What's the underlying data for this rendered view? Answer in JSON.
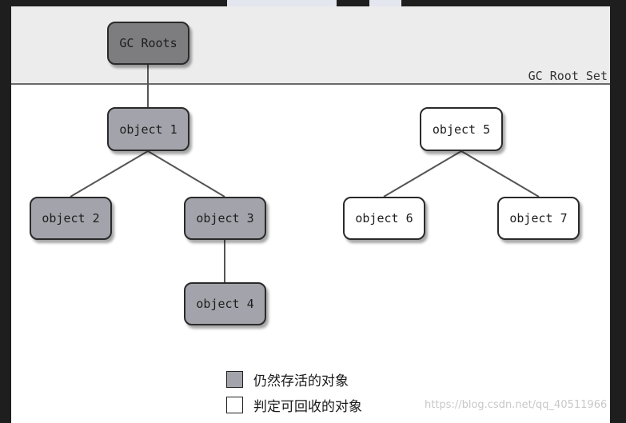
{
  "diagram": {
    "root_set_label": "GC Root Set",
    "nodes": {
      "gc_roots": "GC Roots",
      "object1": "object 1",
      "object2": "object 2",
      "object3": "object 3",
      "object4": "object 4",
      "object5": "object 5",
      "object6": "object 6",
      "object7": "object 7"
    },
    "edges": [
      [
        "GC Roots",
        "object 1"
      ],
      [
        "object 1",
        "object 2"
      ],
      [
        "object 1",
        "object 3"
      ],
      [
        "object 3",
        "object 4"
      ],
      [
        "object 5",
        "object 6"
      ],
      [
        "object 5",
        "object 7"
      ]
    ]
  },
  "legend": {
    "alive_label": "仍然存活的对象",
    "collectable_label": "判定可回收的对象"
  },
  "colors": {
    "alive_fill": "#a3a4ab",
    "root_fill": "#7d7d7f",
    "collectable_fill": "#ffffff",
    "root_band": "#ececec"
  },
  "watermark": "https://blog.csdn.net/qq_40511966"
}
